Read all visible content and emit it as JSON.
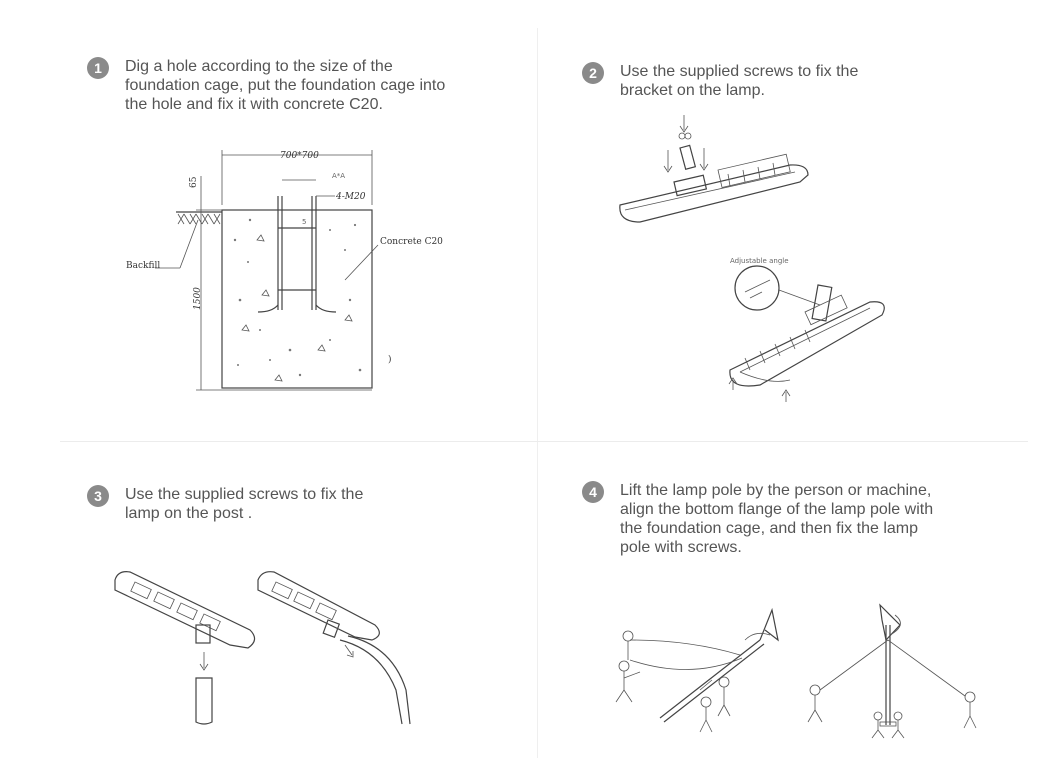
{
  "steps": [
    {
      "number": "1",
      "text": " Dig a hole according to the size of the\nfoundation cage, put the foundation cage into\nthe hole and fix it with concrete C20."
    },
    {
      "number": "2",
      "text": "Use the supplied screws to fix the\nbracket on the lamp."
    },
    {
      "number": "3",
      "text": "Use the supplied screws to fix the\nlamp on the post ."
    },
    {
      "number": "4",
      "text": "Lift the lamp pole by the person or machine,\nalign the bottom flange of the lamp pole with\nthe foundation cage, and then fix the lamp\npole with screws."
    }
  ],
  "diagram1": {
    "width_label": "700*700",
    "depth_label": "1500",
    "top_label": "65",
    "aa_label": "A*A",
    "bolt_label": "4-M20",
    "concrete_label": "Concrete C20",
    "backfill_label": "Backfill",
    "small_mark": "5"
  },
  "diagram2": {
    "angle_label": "Adjustable angle"
  },
  "colors": {
    "badge": "#8a8a8a",
    "text": "#555555",
    "line": "#444444"
  }
}
